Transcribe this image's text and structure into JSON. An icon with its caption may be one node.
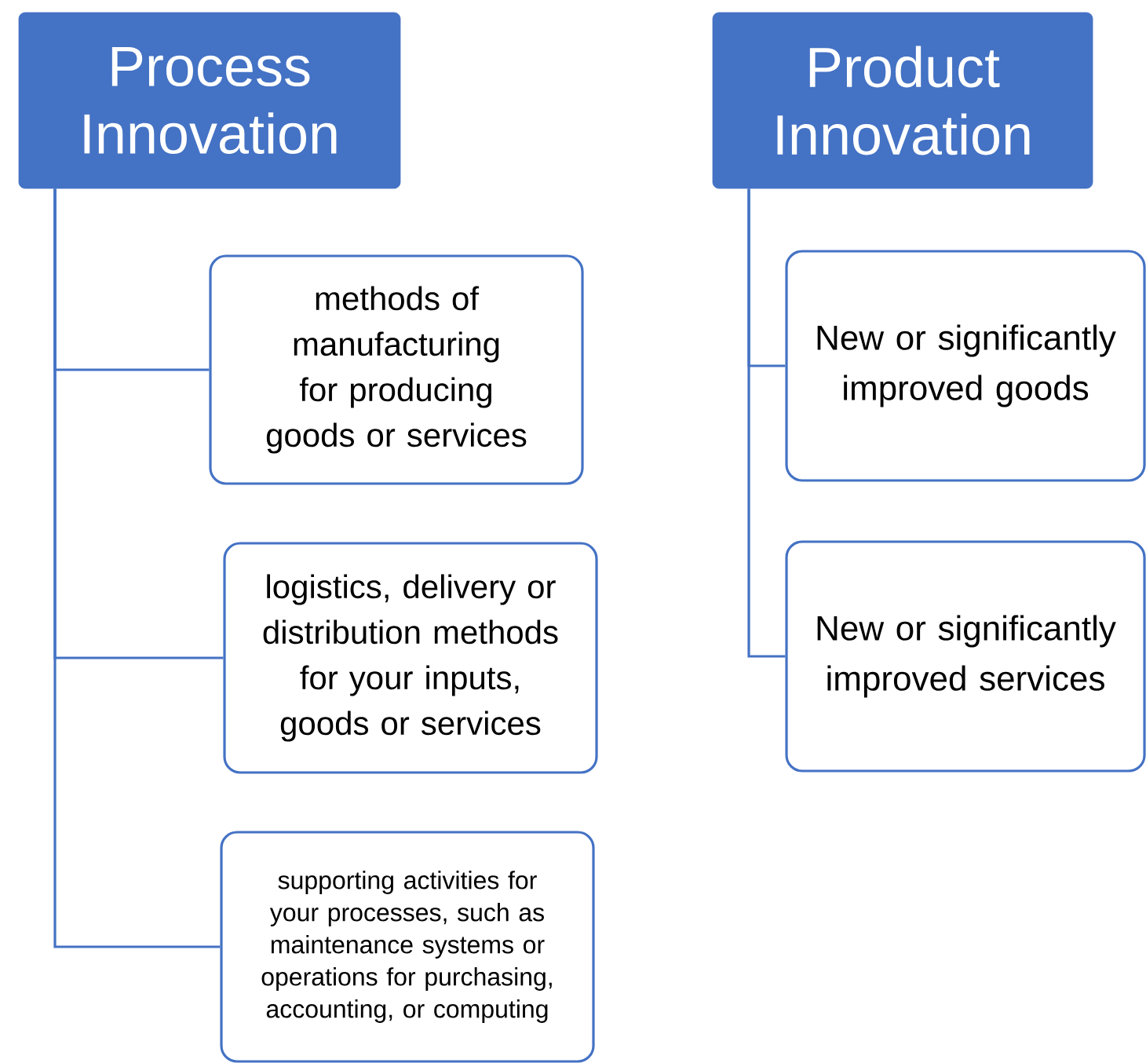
{
  "diagram": {
    "nodes": [
      {
        "text": [
          "Process Innovation"
        ]
      },
      {
        "text": [
          "methods of manufacturing for producing goods or services"
        ]
      },
      {
        "text": [
          "logistics, delivery or distribution methods for your inputs, goods or services"
        ]
      },
      {
        "text": [
          "supporting activities for your processes, such as maintenance systems or operations for purchasing, accounting, or computing"
        ]
      },
      {
        "text": [
          "Product Innovation"
        ]
      },
      {
        "text": [
          "New or significantly improved goods"
        ]
      },
      {
        "text": [
          "New or significantly improved services"
        ]
      }
    ],
    "edges": [
      {
        "from": 0,
        "to": 1,
        "arrow": "none"
      },
      {
        "from": 0,
        "to": 2,
        "arrow": "none"
      },
      {
        "from": 0,
        "to": 3,
        "arrow": "none"
      },
      {
        "from": 4,
        "to": 5,
        "arrow": "none"
      },
      {
        "from": 4,
        "to": 6,
        "arrow": "none"
      }
    ]
  }
}
